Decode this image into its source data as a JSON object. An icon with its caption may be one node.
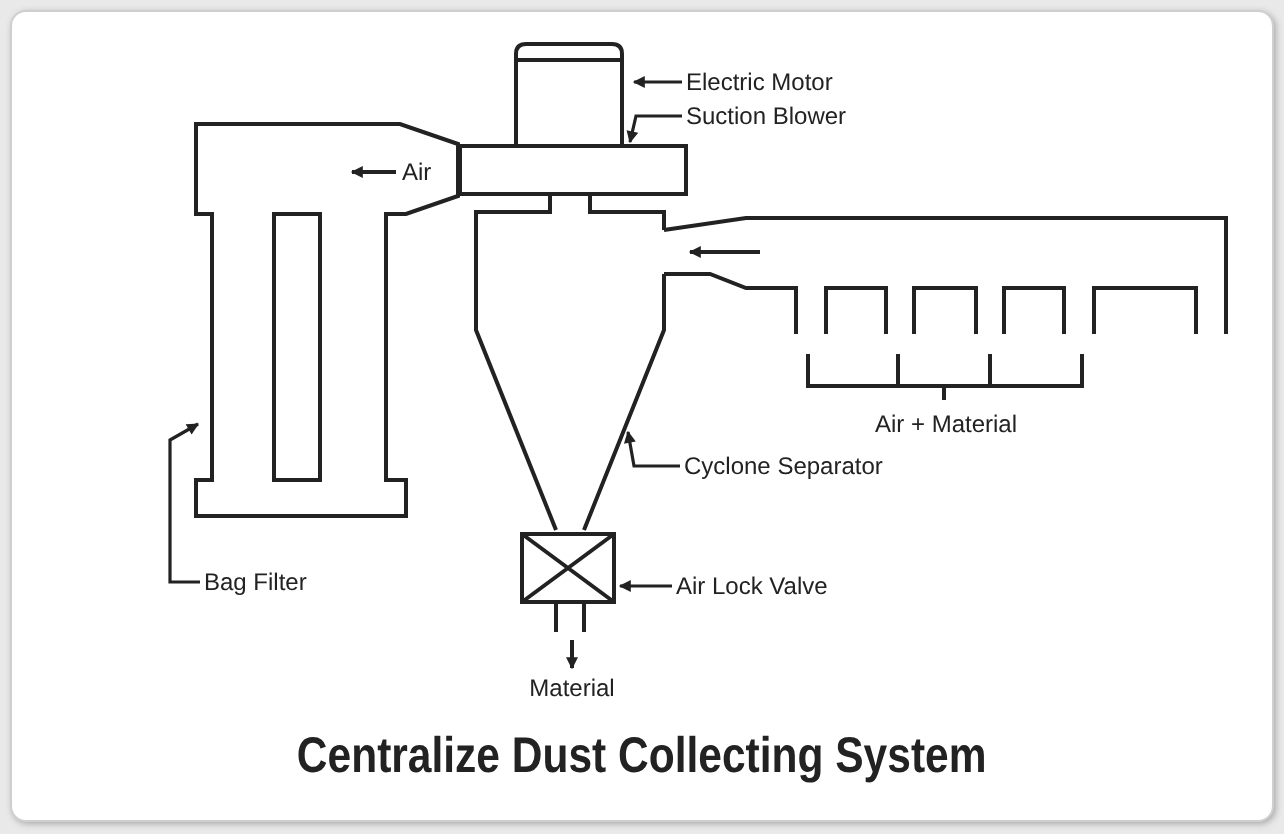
{
  "diagram": {
    "title": "Centralize Dust Collecting System",
    "nodes": [
      {
        "text": [
          "Electric Motor"
        ]
      },
      {
        "text": [],
        "shape": "box"
      },
      {
        "text": [
          "Suction Blower"
        ]
      },
      {
        "text": [],
        "shape": "box"
      },
      {
        "text": [
          "Bag Filter"
        ]
      },
      {
        "text": [],
        "shape": "box"
      },
      {
        "text": [
          "Cyclone Separator"
        ]
      },
      {
        "text": [],
        "shape": "cone"
      },
      {
        "text": [
          "Air Lock Valve"
        ]
      },
      {
        "text": [],
        "shape": "box"
      }
    ],
    "edges": [
      {
        "from": 0,
        "to": 1,
        "arrow": "to"
      },
      {
        "from": 2,
        "to": 3,
        "arrow": "to"
      },
      {
        "from": 4,
        "to": 5,
        "arrow": "to"
      },
      {
        "from": 6,
        "to": 7,
        "arrow": "to"
      },
      {
        "from": 8,
        "to": 9,
        "arrow": "to"
      }
    ],
    "labels": [
      "Air",
      "Air + Material",
      "Material"
    ]
  }
}
